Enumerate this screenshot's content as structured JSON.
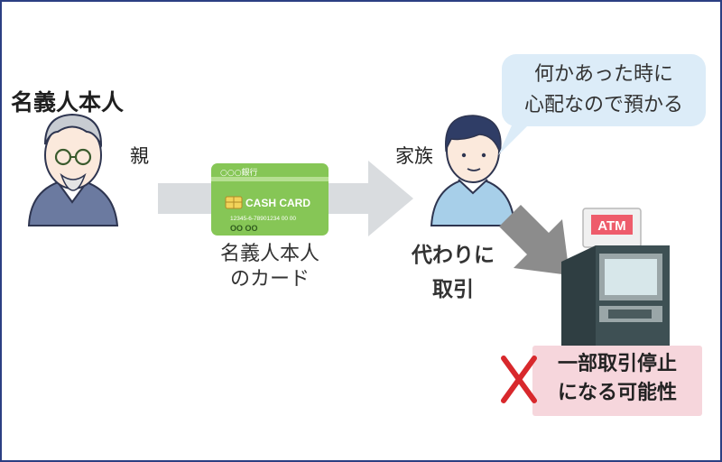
{
  "owner_label": "名義人本人",
  "parent_label": "親",
  "family_label": "家族",
  "card": {
    "bank": "○○○銀行",
    "title": "CASH CARD",
    "number": "12345-6-78901234 00 00",
    "holder": "OO   OO",
    "caption_line1": "名義人本人",
    "caption_line2": "のカード"
  },
  "speech": {
    "line1": "何かあった時に",
    "line2": "心配なので預かる"
  },
  "action": {
    "line1": "代わりに",
    "line2": "取引"
  },
  "atm_sign": "ATM",
  "warning": {
    "line1": "一部取引停止",
    "line2": "になる可能性"
  },
  "colors": {
    "border": "#2b3f83",
    "speech_bg": "#dcecf8",
    "warning_bg": "#f6d6dc",
    "warning_x": "#d8282c",
    "card_green": "#86c656",
    "arrow_gray": "#d9dcdf",
    "arrow_dark": "#8c8c8c",
    "atm_body": "#3e5054"
  }
}
